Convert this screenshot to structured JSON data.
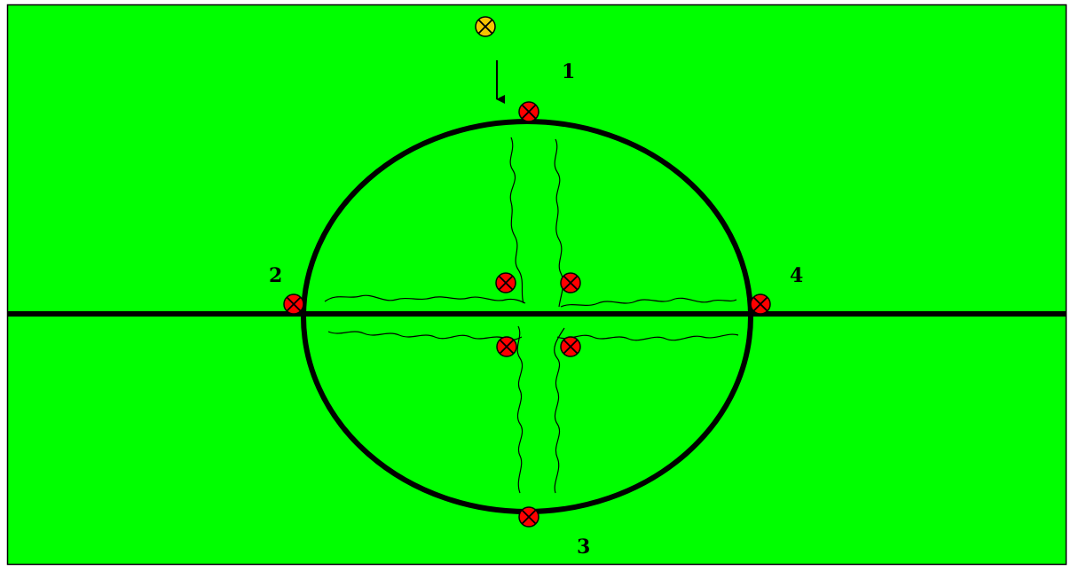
{
  "diagram": {
    "colors": {
      "field": "#00FF00",
      "border": "#000000",
      "line": "#000000",
      "marker_fill": "#FF0000",
      "incoming_marker_fill": "#F5C400",
      "marker_stroke": "#000000"
    },
    "labels": {
      "label_1": "1",
      "label_2": "2",
      "label_3": "3",
      "label_4": "4"
    },
    "marker_icon": "circled-x-icon"
  }
}
